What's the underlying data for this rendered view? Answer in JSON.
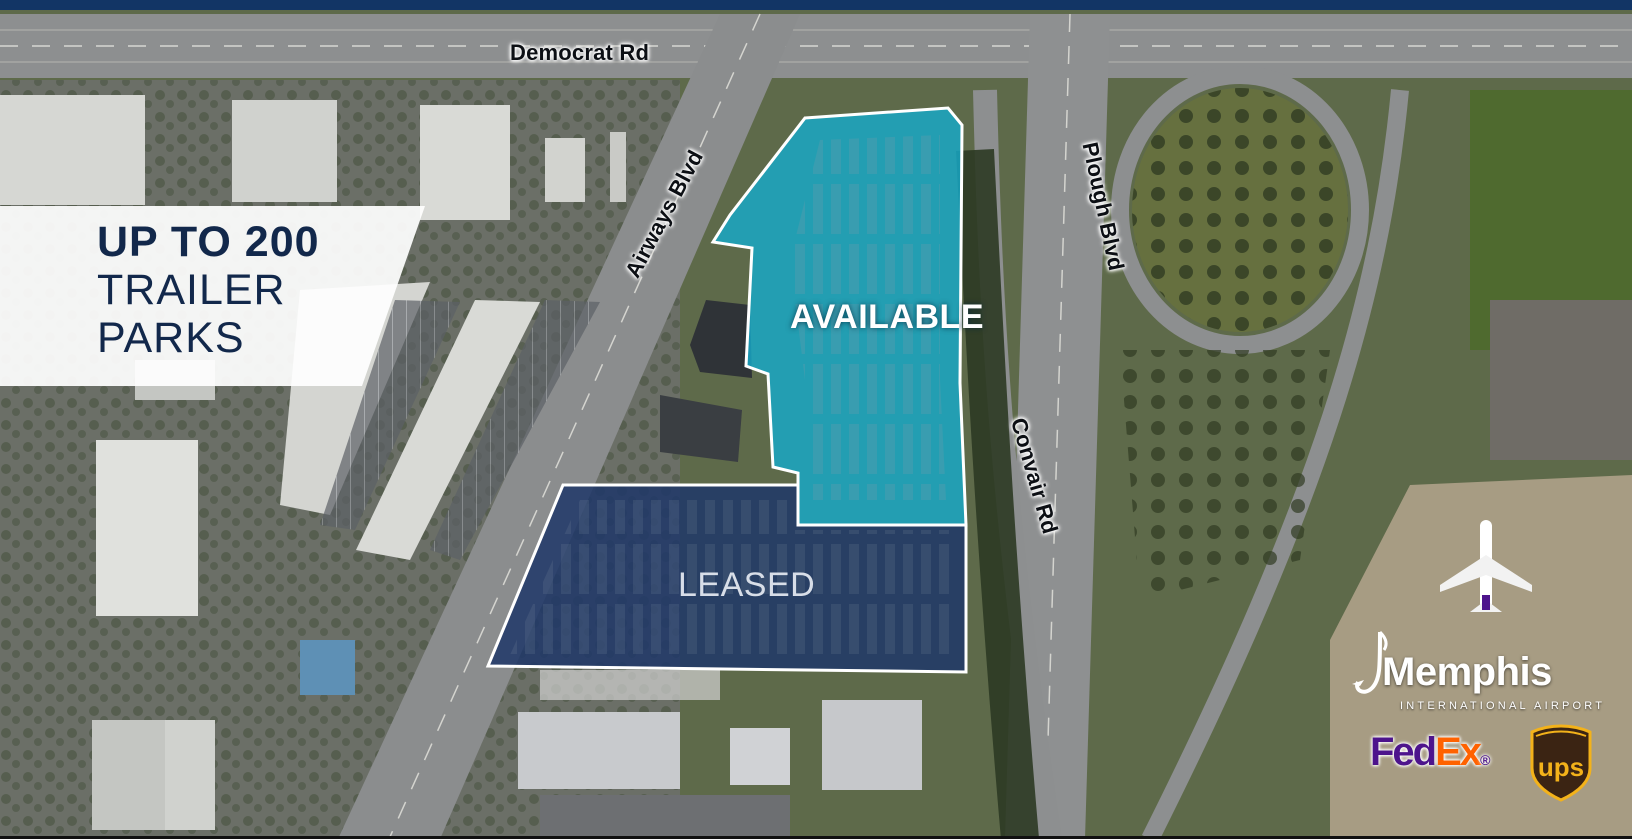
{
  "map": {
    "roads": {
      "democrat": "Democrat Rd",
      "airways": "Airways Blvd",
      "plough": "Plough Blvd",
      "convair": "Convair Rd"
    },
    "callout": {
      "line1": "UP TO 200",
      "line2": "TRAILER",
      "line3": "PARKS"
    },
    "parcels": {
      "available": "AVAILABLE",
      "leased": "LEASED"
    },
    "logos": {
      "memphis_name": "Memphis",
      "memphis_sub": "INTERNATIONAL AIRPORT",
      "fedex_fed": "Fed",
      "fedex_ex": "Ex",
      "fedex_mark": "®",
      "ups": "ups"
    },
    "colors": {
      "available_fill": "#16a9c9",
      "leased_fill": "#1e3768",
      "callout_text": "#12284b",
      "top_bar": "#123565"
    }
  }
}
